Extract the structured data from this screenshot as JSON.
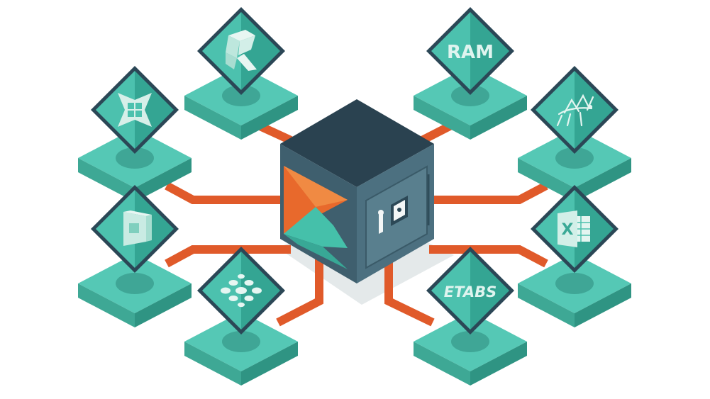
{
  "diagram": {
    "hub": {
      "name": "vault-safe"
    },
    "nodes": [
      {
        "id": "revit",
        "icon": "revit-icon",
        "label": ""
      },
      {
        "id": "ram",
        "icon": "ram-text-icon",
        "label": "RAM"
      },
      {
        "id": "robot",
        "icon": "robot-structural-icon",
        "label": ""
      },
      {
        "id": "grasshopper",
        "icon": "grasshopper-icon",
        "label": ""
      },
      {
        "id": "dynamo",
        "icon": "dynamo-icon",
        "label": ""
      },
      {
        "id": "excel",
        "icon": "excel-icon",
        "label": "X"
      },
      {
        "id": "network",
        "icon": "network-dots-icon",
        "label": ""
      },
      {
        "id": "etabs",
        "icon": "etabs-text-icon",
        "label": "ETABS"
      }
    ],
    "colors": {
      "background": "#ffffff",
      "tile_top": "#55c8b5",
      "tile_left": "#3ea895",
      "tile_right": "#2f9483",
      "diamond_light": "#4cc1ae",
      "diamond_dark": "#34a593",
      "diamond_border": "#2b4756",
      "connector": "#e05a2a",
      "safe_top": "#2a4250",
      "safe_left": "#3f5f6e",
      "safe_right": "#4c7080",
      "accent_orange": "#e8692c",
      "accent_teal": "#45c0aa"
    }
  }
}
